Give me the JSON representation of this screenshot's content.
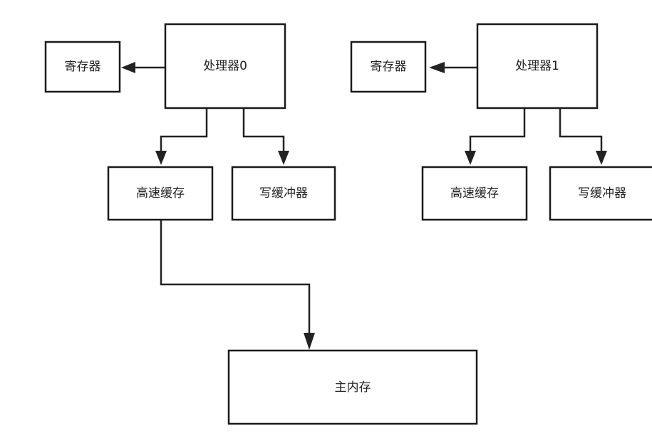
{
  "nodes": {
    "reg0": "寄存器",
    "proc0": "处理器0",
    "cache0": "高速缓存",
    "wbuf0": "写缓冲器",
    "reg1": "寄存器",
    "proc1": "处理器1",
    "cache1": "高速缓存",
    "wbuf1": "写缓冲器",
    "mem": "主内存"
  },
  "edges": [
    {
      "from": "proc0",
      "to": "reg0"
    },
    {
      "from": "proc0",
      "to": "cache0"
    },
    {
      "from": "proc0",
      "to": "wbuf0"
    },
    {
      "from": "proc1",
      "to": "reg1"
    },
    {
      "from": "proc1",
      "to": "cache1"
    },
    {
      "from": "proc1",
      "to": "wbuf1"
    },
    {
      "from": "cache0",
      "to": "mem"
    }
  ],
  "colors": {
    "stroke": "#1a1a1a",
    "text": "#222222",
    "background": "#ffffff"
  }
}
